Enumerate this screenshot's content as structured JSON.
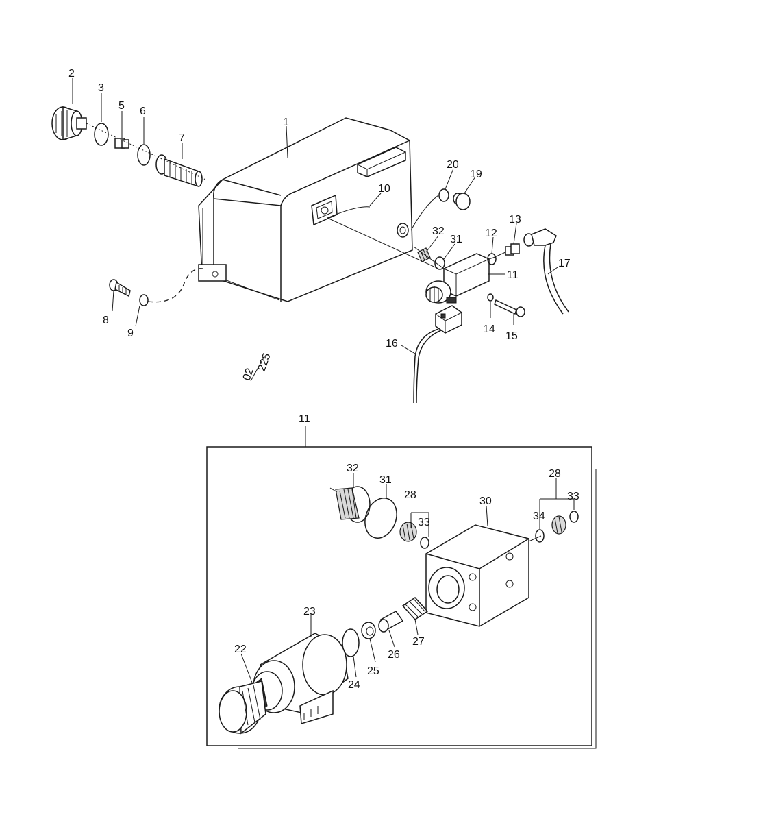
{
  "diagram": {
    "callouts": {
      "p1": "1",
      "p2": "2",
      "p3": "3",
      "p5": "5",
      "p6": "6",
      "p7": "7",
      "p8": "8",
      "p9": "9",
      "p10": "10",
      "p11": "11",
      "p12": "12",
      "p13": "13",
      "p14": "14",
      "p15": "15",
      "p16": "16",
      "p17": "17",
      "p19": "19",
      "p20": "20",
      "p31": "31",
      "p32": "32"
    },
    "reference_code_top": "02",
    "reference_code_bottom": "225",
    "detail": {
      "title": "11",
      "callouts": {
        "d22": "22",
        "d23": "23",
        "d24": "24",
        "d25": "25",
        "d26": "26",
        "d27": "27",
        "d28a": "28",
        "d28b": "28",
        "d30": "30",
        "d31": "31",
        "d32": "32",
        "d33a": "33",
        "d33b": "33",
        "d34": "34"
      }
    }
  }
}
